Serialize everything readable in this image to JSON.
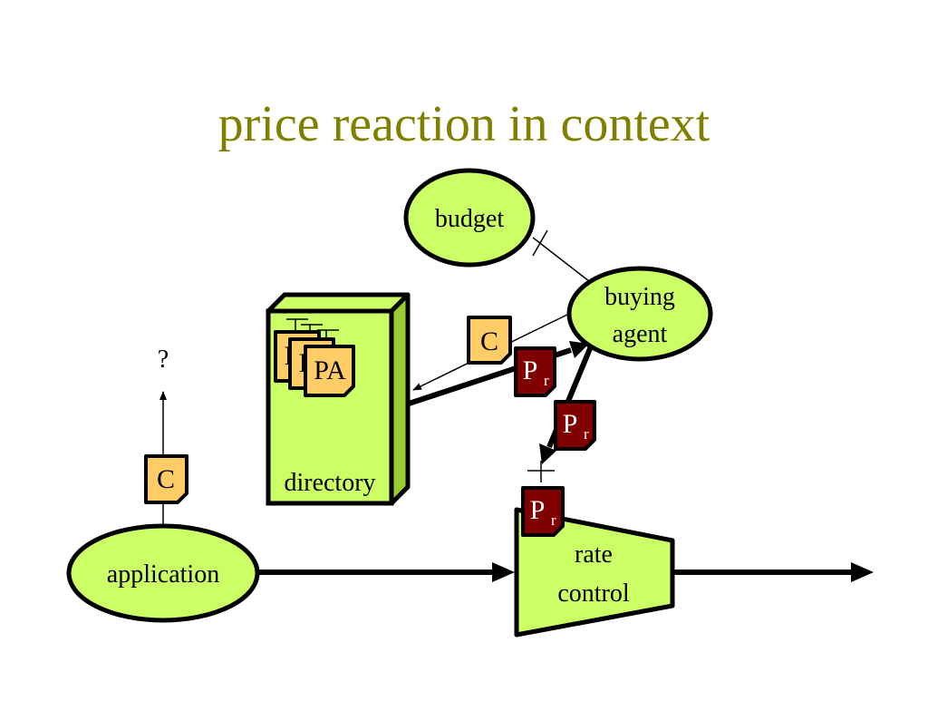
{
  "title": "price reaction in context",
  "colors": {
    "title": "#808000",
    "node_fill": "#ccff66",
    "node_stroke": "#000000",
    "cookie_fill": "#ffcc66",
    "price_fill": "#800000",
    "price_text": "#ffffff",
    "directory_side": "#99cc33"
  },
  "nodes": {
    "budget": "budget",
    "buying_agent": [
      "buying",
      "agent"
    ],
    "directory": "directory",
    "application": "application",
    "rate_control": [
      "rate",
      "control"
    ]
  },
  "docs": {
    "cookie_near_agent": "C",
    "cookie_near_app": "C",
    "pa_label": "PA",
    "stack_partial": "P",
    "price_main": "P",
    "price_sub": "r"
  },
  "question_mark": "?"
}
